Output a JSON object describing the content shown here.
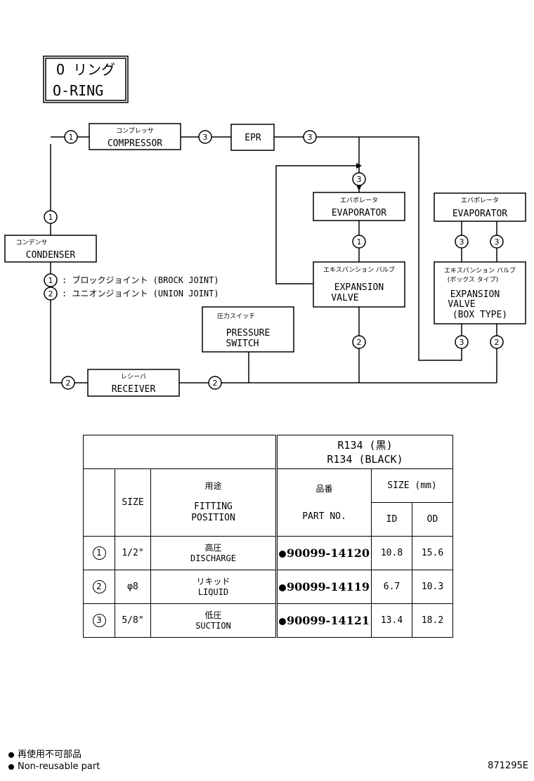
{
  "title_box": {
    "line1": "O  リング",
    "line2": "O-RING"
  },
  "components": {
    "compressor": {
      "jp": "コンプレッサ",
      "en": "COMPRESSOR"
    },
    "epr": {
      "en": "EPR"
    },
    "condenser": {
      "jp": "コンデンサ",
      "en": "CONDENSER"
    },
    "evaporator1": {
      "jp": "エバポレータ",
      "en": "EVAPORATOR"
    },
    "expansion_valve": {
      "jp": "エキスパンション バルブ",
      "en1": "EXPANSION",
      "en2": "VALVE"
    },
    "evaporator2": {
      "jp": "エバポレータ",
      "en": "EVAPORATOR"
    },
    "expansion_valve_box": {
      "jp1": "エキスパンション バルブ",
      "jp2": "(ボックス タイプ)",
      "en1": "EXPANSION",
      "en2": "VALVE",
      "en3": "(BOX TYPE)"
    },
    "pressure_switch": {
      "jp": "圧力スイッチ",
      "en1": "PRESSURE",
      "en2": "SWITCH"
    },
    "receiver": {
      "jp": "レシーバ",
      "en": "RECEIVER"
    }
  },
  "legend": [
    {
      "num": "1",
      "text": ": ブロックジョイント (BROCK JOINT)"
    },
    {
      "num": "2",
      "text": ": ユニオンジョイント (UNION JOINT)"
    }
  ],
  "markers": {
    "one": "1",
    "two": "2",
    "three": "3"
  },
  "table": {
    "refrigerant_jp": "R134 (黒)",
    "refrigerant_en": "R134 (BLACK)",
    "size_header": "SIZE",
    "fitting_jp": "用途",
    "fitting_en1": "FITTING",
    "fitting_en2": "POSITION",
    "partno_jp": "品番",
    "partno_en": "PART NO.",
    "size_mm": "SIZE (mm)",
    "id": "ID",
    "od": "OD",
    "rows": [
      {
        "num": "1",
        "size": "1/2\"",
        "jp": "高圧",
        "en": "DISCHARGE",
        "part": "90099-14120",
        "id": "10.8",
        "od": "15.6"
      },
      {
        "num": "2",
        "size": "φ8",
        "jp": "リキッド",
        "en": "LIQUID",
        "part": "90099-14119",
        "id": "6.7",
        "od": "10.3"
      },
      {
        "num": "3",
        "size": "5/8\"",
        "jp": "低圧",
        "en": "SUCTION",
        "part": "90099-14121",
        "id": "13.4",
        "od": "18.2"
      }
    ]
  },
  "footer": {
    "jp": "再使用不可部品",
    "en": "Non-reusable part"
  },
  "code": "871295E"
}
